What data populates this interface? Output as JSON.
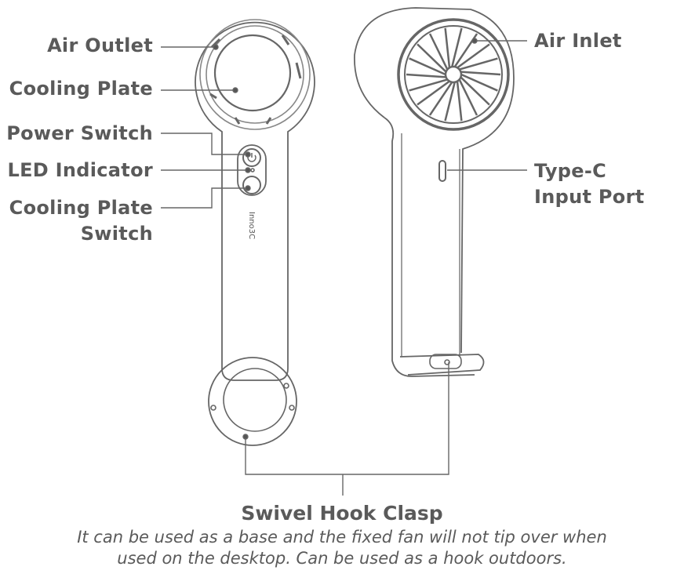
{
  "labels": {
    "air_outlet": "Air Outlet",
    "cooling_plate": "Cooling Plate",
    "power_switch": "Power Switch",
    "led_indicator": "LED Indicator",
    "cooling_plate_switch_1": "Cooling Plate",
    "cooling_plate_switch_2": "Switch",
    "air_inlet": "Air Inlet",
    "type_c_1": "Type-C",
    "type_c_2": "Input Port"
  },
  "logo": "Inno3C",
  "swivel": {
    "title": "Swivel Hook Clasp",
    "line1": "It can be used as a base and the fixed fan will not tip over when",
    "line2": "used on the desktop. Can be used as a hook outdoors."
  },
  "colors": {
    "line": "#666666",
    "text": "#5a5a5a"
  }
}
